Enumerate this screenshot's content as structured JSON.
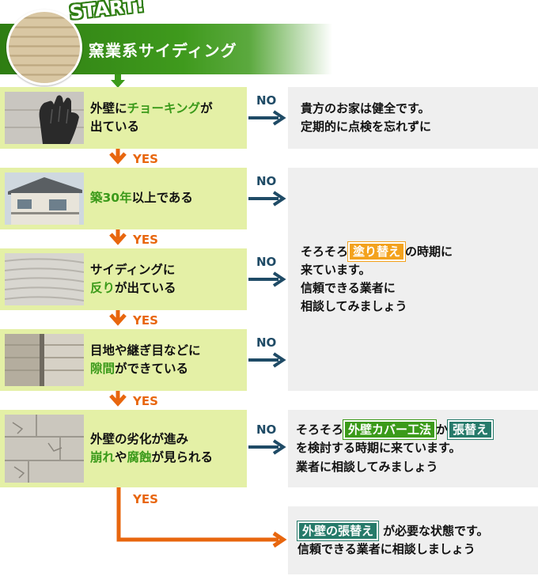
{
  "header": {
    "start": "START!",
    "title": "窯業系サイディング"
  },
  "steps": [
    {
      "line1_a": "外壁に",
      "line1_b": "チョーキング",
      "line1_c": "が",
      "line2": "出ている",
      "no": "NO",
      "yes": "YES"
    },
    {
      "line1_a": "築30年",
      "line1_b": "以上である",
      "no": "NO",
      "yes": "YES"
    },
    {
      "line1": "サイディングに",
      "line2_a": "反り",
      "line2_b": "が出ている",
      "no": "NO",
      "yes": "YES"
    },
    {
      "line1": "目地や継ぎ目などに",
      "line2_a": "隙間",
      "line2_b": "ができている",
      "no": "NO",
      "yes": "YES"
    },
    {
      "line1": "外壁の劣化が進み",
      "line2_a": "崩れ",
      "line2_b": "や",
      "line2_c": "腐蝕",
      "line2_d": "が見られる",
      "no": "NO",
      "yes": "YES"
    }
  ],
  "results": {
    "healthy": {
      "line1": "貴方のお家は健全です。",
      "line2": "定期的に点検を忘れずに"
    },
    "repaint": {
      "l1_a": "そろそろ",
      "l1_hl": "塗り替え",
      "l1_b": "の時期に",
      "line2": "来ています。",
      "line3": "信頼できる業者に",
      "line4": "相談してみましょう"
    },
    "cover": {
      "l1_a": "そろそろ",
      "l1_hl1": "外壁カバー工法",
      "l1_b": "か",
      "l1_hl2": "張替え",
      "line2": "を検討する時期に来ています。",
      "line3": "業者に相談してみましょう"
    },
    "replace": {
      "l1_hl": "外壁の張替え",
      "l1_b": "が必要な状態です。",
      "line2": "信頼できる業者に相談しましょう"
    }
  },
  "colors": {
    "green": "#3b9a1a",
    "dark_green": "#2e7d12",
    "orange": "#e8660e",
    "navy": "#1f4b66",
    "qbox_bg": "#e4f0a6",
    "rbox_bg": "#efefef"
  }
}
